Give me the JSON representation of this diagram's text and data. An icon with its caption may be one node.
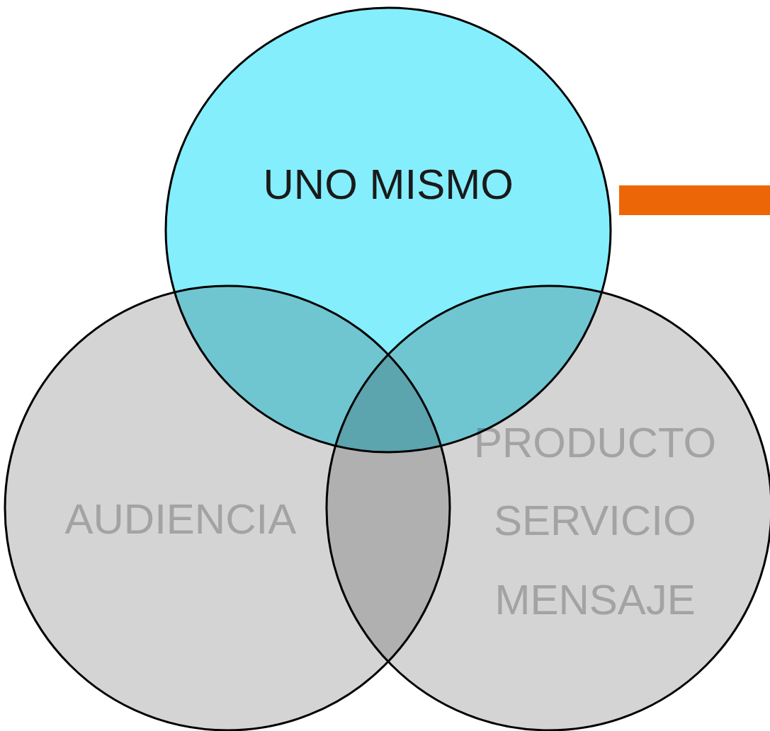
{
  "diagram": {
    "nodes": [
      {
        "text": [
          "UNO MISMO"
        ]
      },
      {
        "text": [
          "AUDIENCIA"
        ]
      },
      {
        "text": [
          "PRODUCTO",
          "SERVICIO",
          "MENSAJE"
        ]
      }
    ],
    "edges": []
  }
}
